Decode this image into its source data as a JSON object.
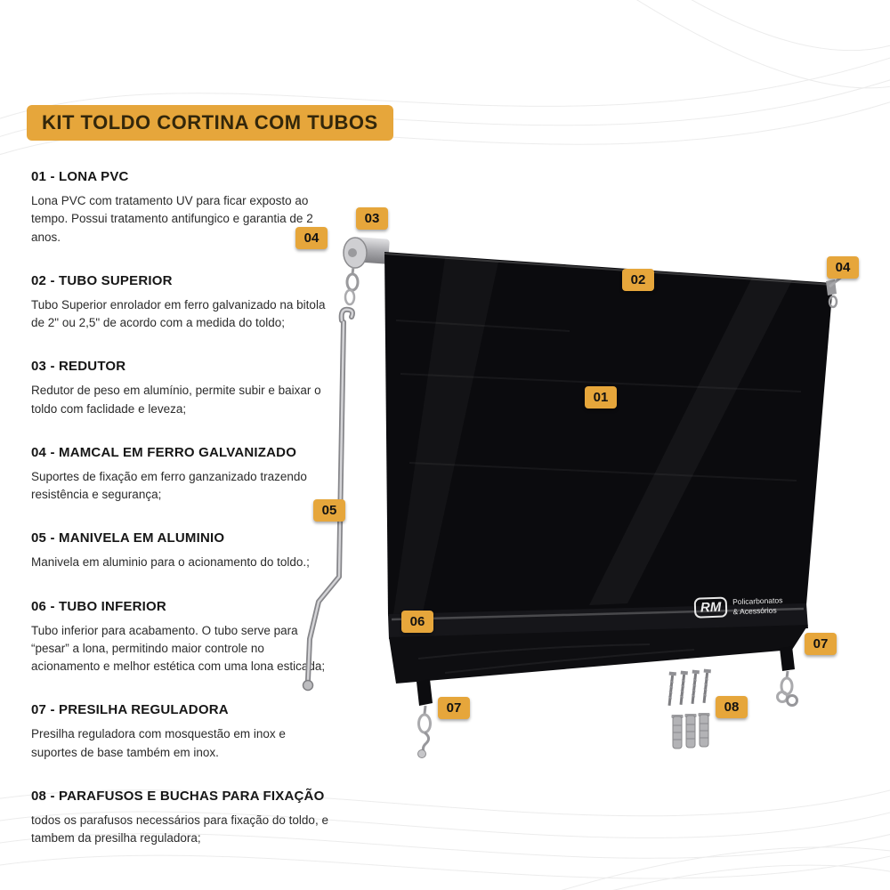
{
  "title": "KIT TOLDO CORTINA COM TUBOS",
  "sections": [
    {
      "heading": "01 - LONA PVC",
      "body": "Lona PVC com tratamento UV para ficar exposto ao tempo. Possui tratamento antifungico e garantia de 2 anos."
    },
    {
      "heading": "02 - TUBO SUPERIOR",
      "body": "Tubo Superior enrolador em ferro galvanizado na bitola de 2\" ou 2,5\" de acordo com a medida do toldo;"
    },
    {
      "heading": "03 - REDUTOR",
      "body": "Redutor de peso em alumínio, permite subir e baixar o toldo com faclidade e leveza;"
    },
    {
      "heading": "04 - MAMCAL  EM FERRO GALVANIZADO",
      "body": "Suportes de fixação em ferro ganzanizado trazendo resistência e segurança;"
    },
    {
      "heading": "05 - MANIVELA EM ALUMINIO",
      "body": "Manivela em aluminio para o acionamento do toldo.;"
    },
    {
      "heading": "06 - TUBO INFERIOR",
      "body": "Tubo inferior para acabamento. O tubo serve para “pesar” a lona, permitindo maior controle no acionamento e melhor estética com uma lona esticada;"
    },
    {
      "heading": "07 - PRESILHA REGULADORA",
      "body": "Presilha reguladora com mosquestão em inox e suportes de base também em inox."
    },
    {
      "heading": "08 - PARAFUSOS E BUCHAS PARA FIXAÇÃO",
      "body": "todos os parafusos necessários para fixação do toldo, e tambem da presilha reguladora;"
    }
  ],
  "badges": [
    "03",
    "04",
    "02",
    "04",
    "01",
    "05",
    "06",
    "07",
    "07",
    "08"
  ],
  "watermark": {
    "logo": "RM",
    "line1": "Policarbonatos",
    "line2": "& Acessórios"
  },
  "colors": {
    "accent": "#E6A63B",
    "tarp": "#0B0B0E"
  }
}
